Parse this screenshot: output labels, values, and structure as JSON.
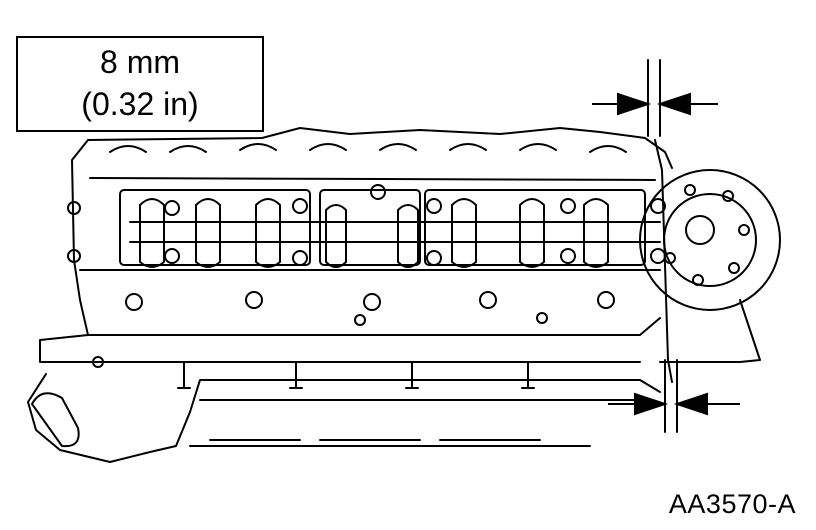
{
  "callout": {
    "metric": "8 mm",
    "imperial": "(0.32 in)"
  },
  "figure_id": "AA3570-A",
  "colors": {
    "ink": "#000000",
    "paper": "#ffffff"
  }
}
